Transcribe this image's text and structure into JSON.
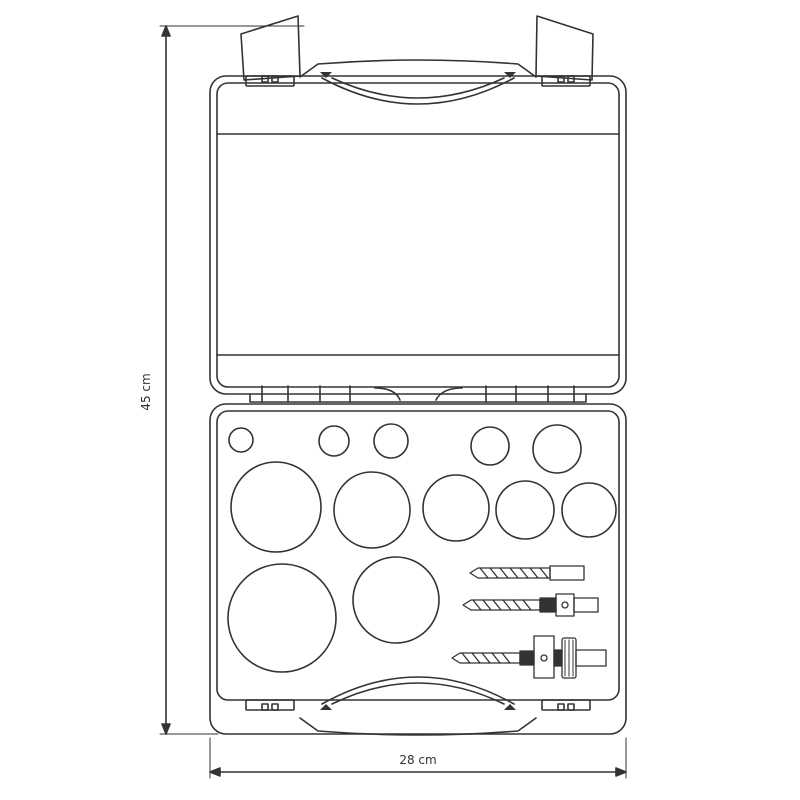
{
  "dimensions": {
    "height_label": "45 cm",
    "width_label": "28 cm"
  },
  "colors": {
    "line": "#333333",
    "background": "#ffffff"
  },
  "case": {
    "holes_top_row": 5,
    "holes_middle_row": 5,
    "holes_bottom_row": 2,
    "tools": [
      "drill-bit",
      "drill-bit-with-adapter",
      "arbor-with-pilot-drill"
    ]
  }
}
